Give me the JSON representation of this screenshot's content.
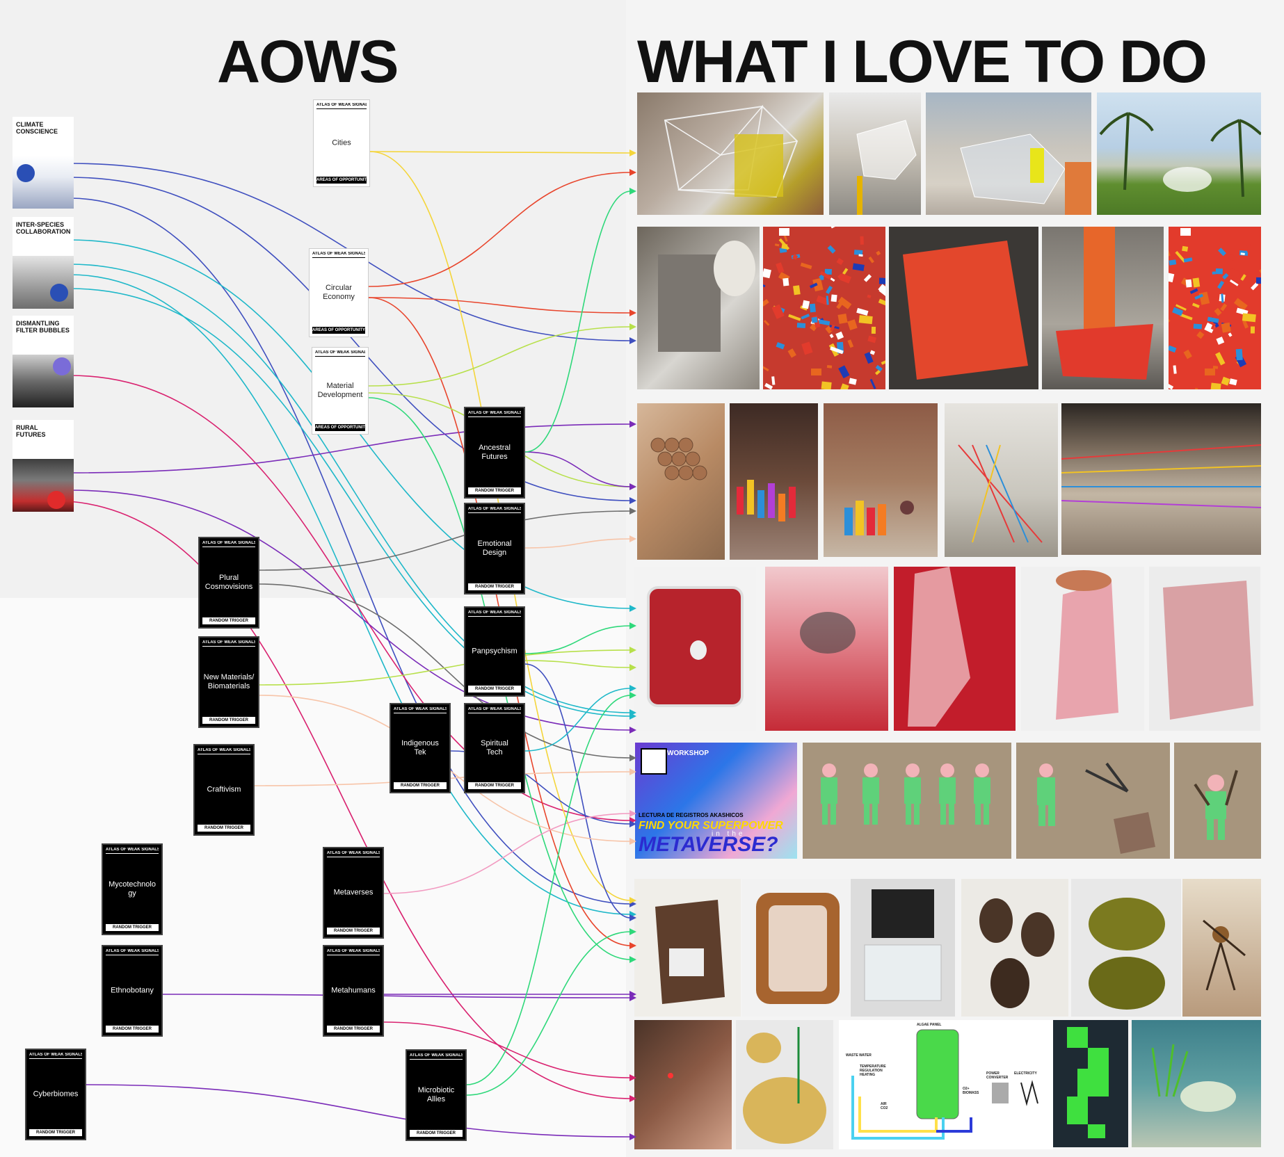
{
  "titles": {
    "left": "AOWS",
    "right": "WHAT I LOVE TO DO"
  },
  "signals": [
    {
      "title": "CLIMATE\nCONSCIENCE"
    },
    {
      "title": "INTER-SPECIES\nCOLLABORATION"
    },
    {
      "title": "DISMANTLING\nFILTER BUBBLES"
    },
    {
      "title": "RURAL\nFUTURES"
    }
  ],
  "opportunity_cards": [
    {
      "header": "ATLAS OF WEAK SIGNALS",
      "name": "Cities",
      "footer": "AREAS OF OPPORTUNITY"
    },
    {
      "header": "ATLAS OF WEAK SIGNALS",
      "name": "Circular\nEconomy",
      "footer": "AREAS OF OPPORTUNITY"
    },
    {
      "header": "ATLAS OF WEAK SIGNALS",
      "name": "Material\nDevelopment",
      "footer": "AREAS OF OPPORTUNITY"
    }
  ],
  "trigger_cards": [
    {
      "header": "ATLAS OF WEAK SIGNALS",
      "name": "Ancestral\nFutures",
      "footer": "RANDOM TRIGGER"
    },
    {
      "header": "ATLAS OF WEAK SIGNALS",
      "name": "Emotional\nDesign",
      "footer": "RANDOM TRIGGER"
    },
    {
      "header": "ATLAS OF WEAK SIGNALS",
      "name": "Plural\nCosmovisions",
      "footer": "RANDOM TRIGGER"
    },
    {
      "header": "ATLAS OF WEAK SIGNALS",
      "name": "Panpsychism",
      "footer": "RANDOM TRIGGER"
    },
    {
      "header": "ATLAS OF WEAK SIGNALS",
      "name": "New Materials/\nBiomaterials",
      "footer": "RANDOM TRIGGER"
    },
    {
      "header": "ATLAS OF WEAK SIGNALS",
      "name": "Indigenous\nTek",
      "footer": "RANDOM TRIGGER"
    },
    {
      "header": "ATLAS OF WEAK SIGNALS",
      "name": "Spiritual\nTech",
      "footer": "RANDOM TRIGGER"
    },
    {
      "header": "ATLAS OF WEAK SIGNALS",
      "name": "Craftivism",
      "footer": "RANDOM TRIGGER"
    },
    {
      "header": "ATLAS OF WEAK SIGNALS",
      "name": "Mycotechnolo\ngy",
      "footer": "RANDOM TRIGGER"
    },
    {
      "header": "ATLAS OF WEAK SIGNALS",
      "name": "Metaverses",
      "footer": "RANDOM TRIGGER"
    },
    {
      "header": "ATLAS OF WEAK SIGNALS",
      "name": "Ethnobotany",
      "footer": "RANDOM TRIGGER"
    },
    {
      "header": "ATLAS OF WEAK SIGNALS",
      "name": "Metahumans",
      "footer": "RANDOM TRIGGER"
    },
    {
      "header": "ATLAS OF WEAK SIGNALS",
      "name": "Cyberbiomes",
      "footer": "RANDOM TRIGGER"
    },
    {
      "header": "ATLAS OF WEAK SIGNALS",
      "name": "Microbiotic\nAllies",
      "footer": "RANDOM TRIGGER"
    }
  ],
  "workshop_poster": {
    "label": "WORKSHOP",
    "subtitle": "LECTURA DE REGISTROS AKASHICOS",
    "line1": "FIND YOUR SUPERPOWER",
    "line2": "in the",
    "line3": "METAVERSE?"
  },
  "diagram": {
    "algae_panel": "ALGAE PANEL",
    "waste_water": "WASTE WATER",
    "temperature": "TEMPERATURE\nREGULATION\nHEATING",
    "o2": "O2+\nBIOMASS",
    "power": "POWER\nCONVERTER",
    "electricity": "ELECTRICITY",
    "air": "AIR\nCO2"
  },
  "colors": {
    "link_blue": "#3f4fbf",
    "link_cyan": "#1fb8c9",
    "link_red": "#e8452c",
    "link_yellow": "#f4d53a",
    "link_green": "#2ed87a",
    "link_purple": "#7a2bb8",
    "link_magenta": "#d9216f",
    "link_peach": "#f7c4a8",
    "link_pink": "#f29bc1",
    "link_lime": "#b7e04a",
    "link_gray": "#6d6d6d"
  }
}
